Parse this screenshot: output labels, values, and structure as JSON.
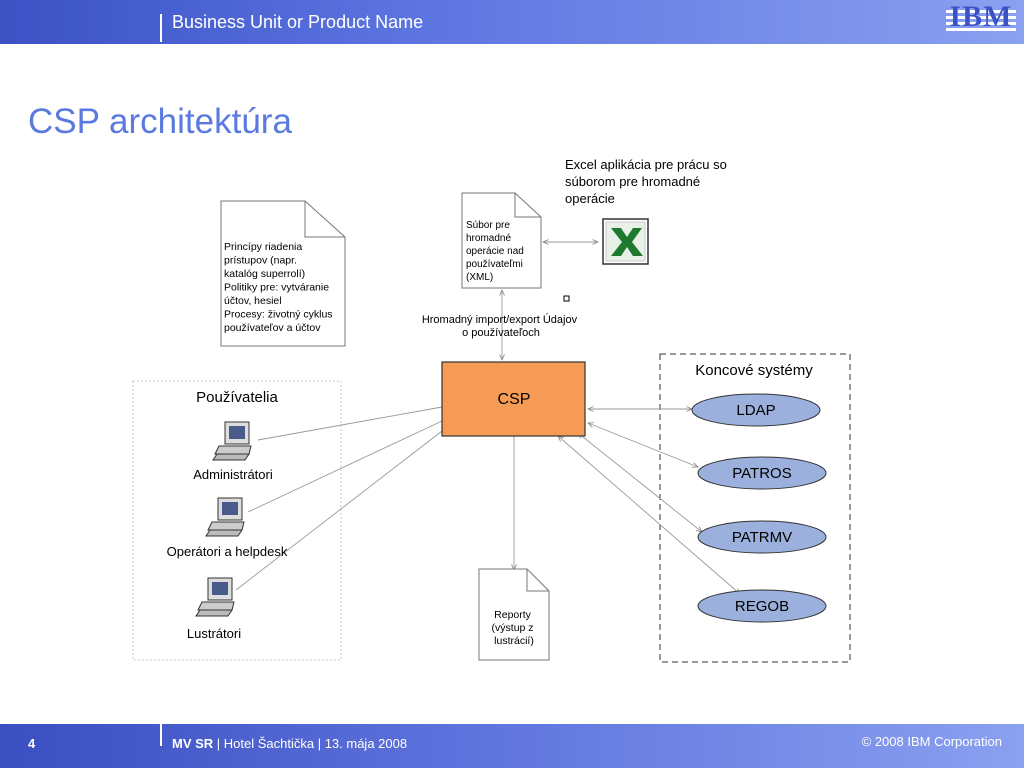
{
  "header": {
    "business_unit": "Business Unit or Product Name",
    "logo": "IBM"
  },
  "title": "CSP architektúra",
  "diagram": {
    "excel_label": [
      "Excel aplikácia pre prácu so",
      "súborom pre hromadné",
      "operácie"
    ],
    "xml_doc": [
      "Súbor pre",
      "hromadné",
      "operácie nad",
      "používateľmi",
      "(XML)"
    ],
    "policy_doc": [
      "Princípy riadenia",
      "prístupov (napr.",
      "katalóg superrolí)",
      "Politiky pre: vytváranie",
      "účtov, hesiel",
      "Procesy: životný cyklus",
      "používateľov a účtov"
    ],
    "import_label": [
      "Hromadný import/export Údajov",
      "o používateľoch"
    ],
    "csp": "CSP",
    "users_title": "Používatelia",
    "users": [
      "Administrátori",
      "Operátori a helpdesk",
      "Lustrátori"
    ],
    "endsys_title": "Koncové systémy",
    "systems": [
      "LDAP",
      "PATROS",
      "PATRMV",
      "REGOB"
    ],
    "report_doc": [
      "Reporty",
      "(výstup z",
      "lustrácií)"
    ]
  },
  "colors": {
    "csp_fill": "#f59b55",
    "system_fill": "#9bb0dc",
    "title": "#5a7ae0"
  },
  "footer": {
    "page": "4",
    "org": "MV SR",
    "rest": " | Hotel Šachtička  | 13. mája 2008",
    "copyright": "© 2008 IBM Corporation"
  }
}
